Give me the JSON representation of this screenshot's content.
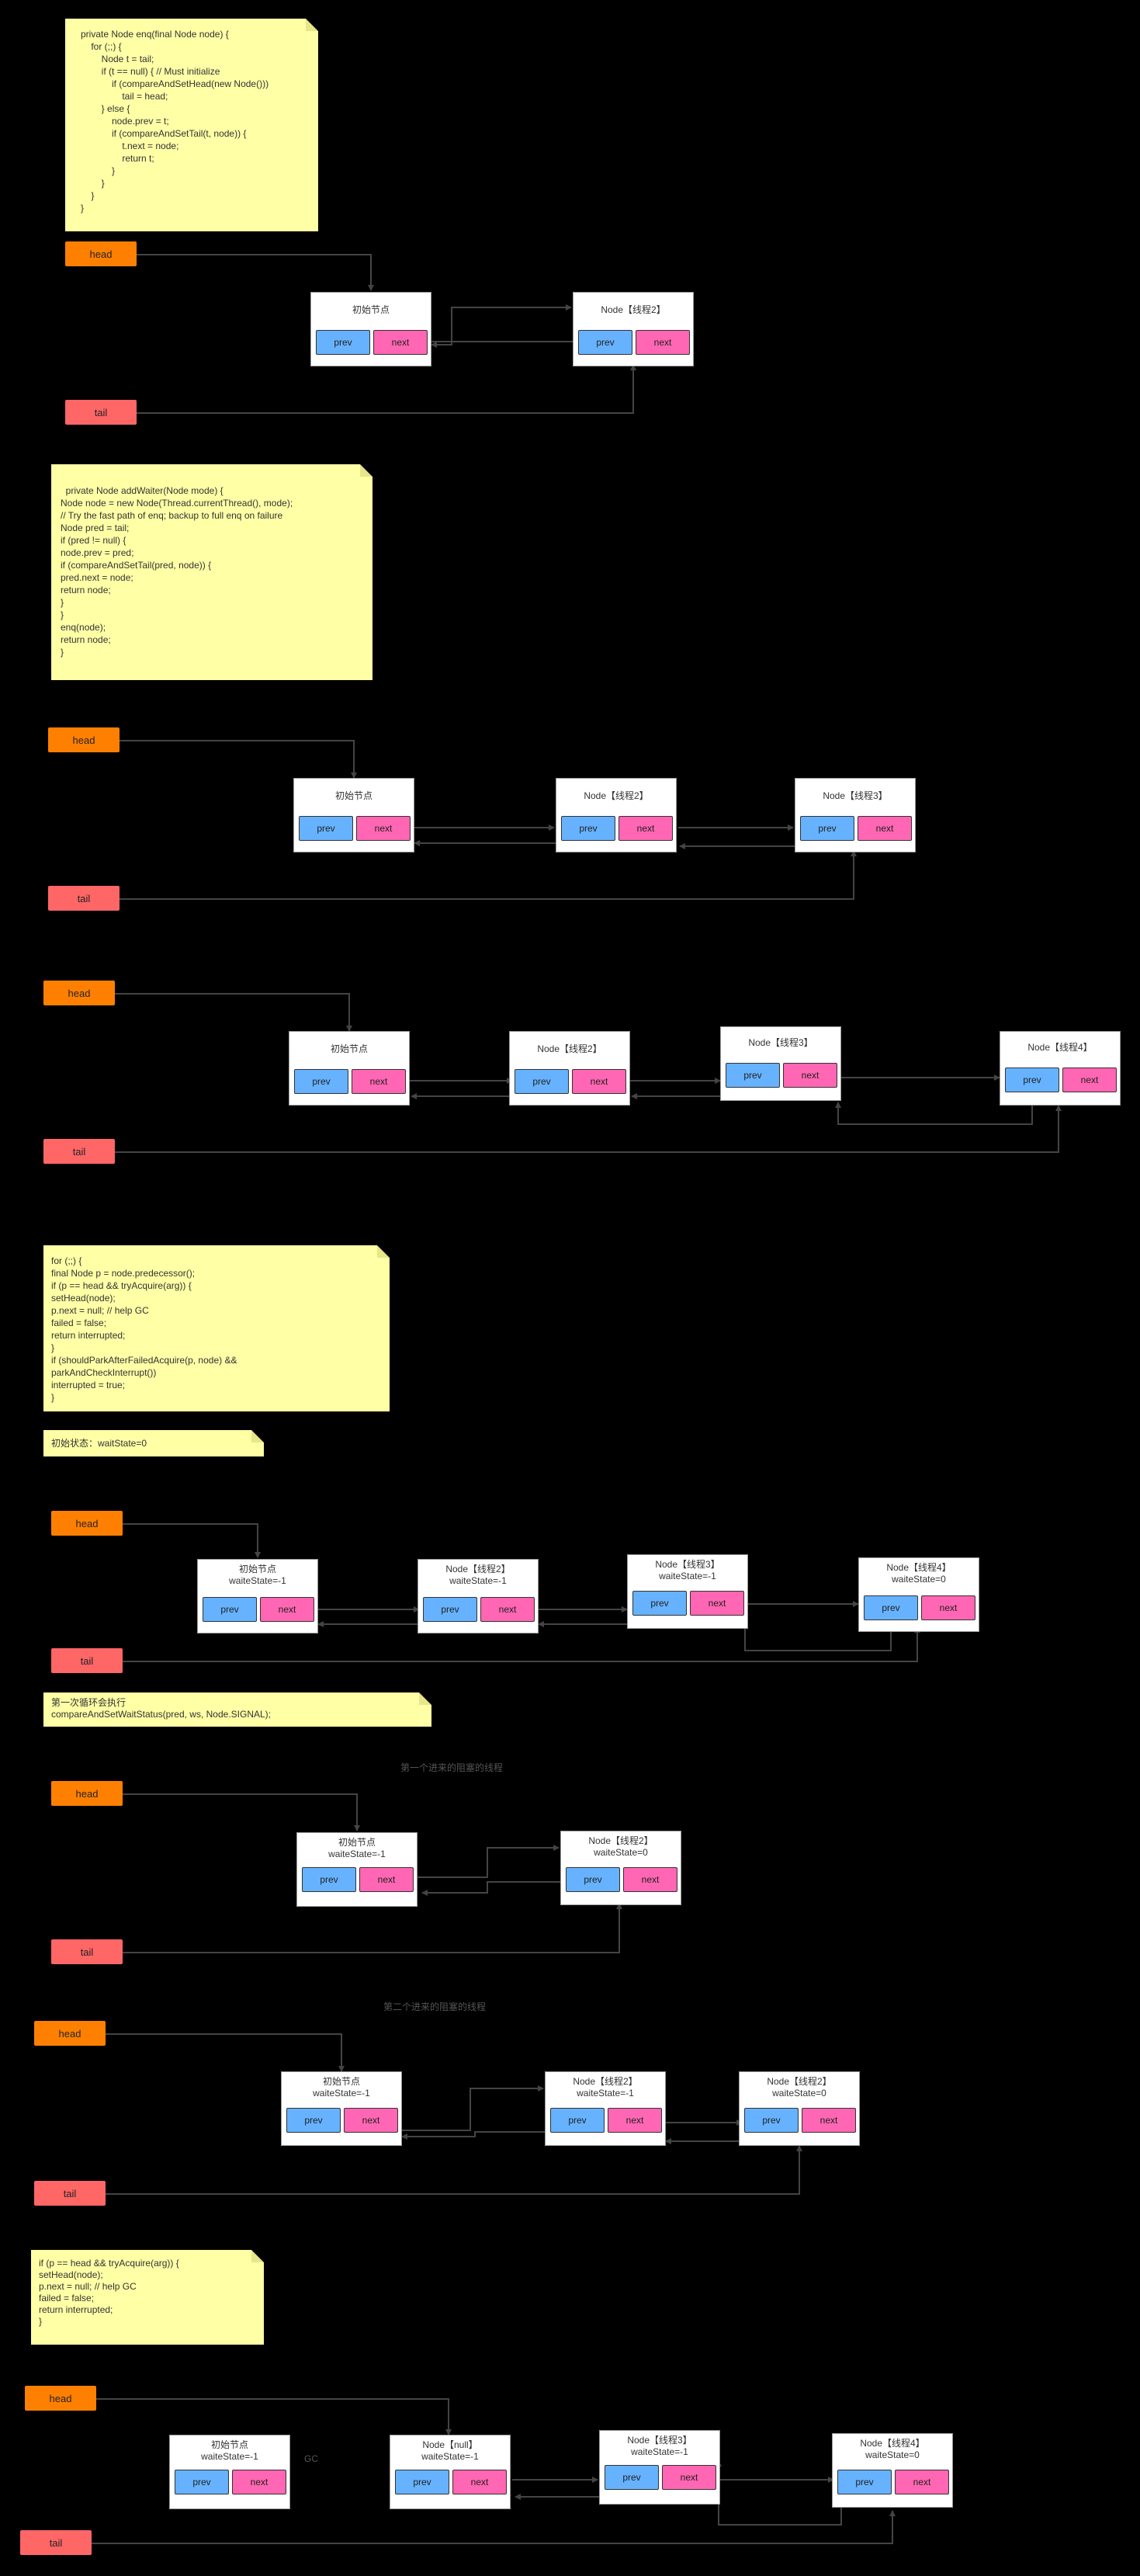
{
  "notes": {
    "enq": "private Node enq(final Node node) {\n    for (;;) {\n        Node t = tail;\n        if (t == null) { // Must initialize\n            if (compareAndSetHead(new Node()))\n                tail = head;\n        } else {\n            node.prev = t;\n            if (compareAndSetTail(t, node)) {\n                t.next = node;\n                return t;\n            }\n        }\n    }\n}",
    "addWaiter": "  private Node addWaiter(Node mode) {\nNode node = new Node(Thread.currentThread(), mode);\n// Try the fast path of enq; backup to full enq on failure\nNode pred = tail;\nif (pred != null) {\nnode.prev = pred;\nif (compareAndSetTail(pred, node)) {\npred.next = node;\nreturn node;\n}\n}\nenq(node);\nreturn node;\n}",
    "acquireLoop": "for (;;) {\nfinal Node p = node.predecessor();\nif (p == head && tryAcquire(arg)) {\nsetHead(node);\np.next = null; // help GC\nfailed = false;\nreturn interrupted;\n}\nif (shouldParkAfterFailedAcquire(p, node) &&\nparkAndCheckInterrupt())\ninterrupted = true;\n}",
    "initState": "初始状态：waitState=0",
    "firstLoop": "第一次循环会执行\ncompareAndSetWaitStatus(pred, ws, Node.SIGNAL);",
    "tryAcquire": "if (p == head && tryAcquire(arg)) {\nsetHead(node);\np.next = null; // help GC\nfailed = false;\nreturn interrupted;\n}"
  },
  "labels": {
    "head": "head",
    "tail": "tail",
    "prev": "prev",
    "next": "next",
    "firstBlocked": "第一个进来的阻塞的线程",
    "secondBlocked": "第二个进来的阻塞的线程",
    "gc": "GC"
  },
  "nodes": {
    "init": "初始节点",
    "t2": "Node【线程2】",
    "t3": "Node【线程3】",
    "t4": "Node【线程4】",
    "null": "Node【null】"
  },
  "states": {
    "minus1": "waiteState=-1",
    "zero": "waiteState=0"
  },
  "colors": {
    "head": "#ff8000",
    "tail": "#ff6666",
    "prev": "#66b2ff",
    "next": "#ff66b3",
    "note": "#ffffa6"
  }
}
